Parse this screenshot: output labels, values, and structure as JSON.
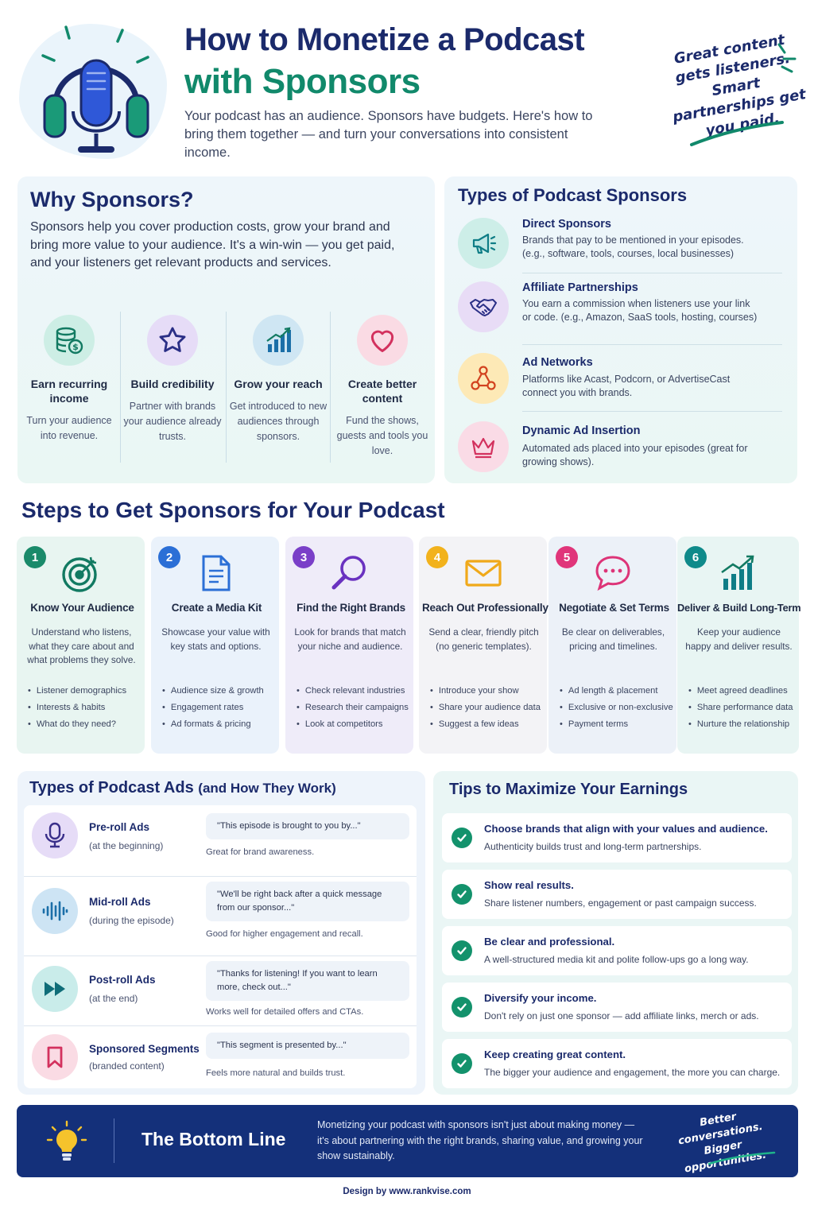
{
  "header": {
    "title_line1": "How to Monetize a Podcast",
    "title_line2": "with Sponsors",
    "subtitle": "Your podcast has an audience. Sponsors have budgets. Here's how to bring them together — and turn your conversations into consistent income.",
    "tagline": "Great content gets listeners. Smart partnerships get you paid."
  },
  "why": {
    "title": "Why Sponsors?",
    "body": "Sponsors help you cover production costs, grow your brand and bring more value to your audience. It's a win-win — you get paid, and your listeners get relevant products and services.",
    "benefits": [
      {
        "title": "Earn recurring income",
        "desc": "Turn your audience into revenue.",
        "icon": "coins-icon"
      },
      {
        "title": "Build credibility",
        "desc": "Partner with brands your audience already trusts.",
        "icon": "star-icon"
      },
      {
        "title": "Grow your reach",
        "desc": "Get introduced to new audiences through sponsors.",
        "icon": "bar-chart-icon"
      },
      {
        "title": "Create better content",
        "desc": "Fund the shows, guests and tools you love.",
        "icon": "heart-icon"
      }
    ]
  },
  "sponsor_types": {
    "title": "Types of Podcast Sponsors",
    "items": [
      {
        "title": "Direct Sponsors",
        "desc": "Brands that pay to be mentioned in your episodes. (e.g., software, tools, courses, local businesses)",
        "icon": "megaphone-icon"
      },
      {
        "title": "Affiliate Partnerships",
        "desc": "You earn a commission when listeners use your link or code. (e.g., Amazon, SaaS tools, hosting, courses)",
        "icon": "handshake-icon"
      },
      {
        "title": "Ad Networks",
        "desc": "Platforms like Acast, Podcorn, or AdvertiseCast connect you with brands.",
        "icon": "network-icon"
      },
      {
        "title": "Dynamic Ad Insertion",
        "desc": "Automated ads placed into your episodes (great for growing shows).",
        "icon": "crown-icon"
      }
    ]
  },
  "steps": {
    "title": "Steps to Get Sponsors for Your Podcast",
    "items": [
      {
        "num": "1",
        "title": "Know Your Audience",
        "desc": "Understand who listens, what they care about and what problems they solve.",
        "bullets": [
          "Listener demographics",
          "Interests & habits",
          "What do they need?"
        ],
        "icon": "target-icon"
      },
      {
        "num": "2",
        "title": "Create a Media Kit",
        "desc": "Showcase your value with key stats and options.",
        "bullets": [
          "Audience size & growth",
          "Engagement rates",
          "Ad formats & pricing"
        ],
        "icon": "document-icon"
      },
      {
        "num": "3",
        "title": "Find the Right Brands",
        "desc": "Look for brands that match your niche and audience.",
        "bullets": [
          "Check relevant industries",
          "Research their campaigns",
          "Look at competitors"
        ],
        "icon": "magnifier-icon"
      },
      {
        "num": "4",
        "title": "Reach Out Professionally",
        "desc": "Send a clear, friendly pitch (no generic templates).",
        "bullets": [
          "Introduce your show",
          "Share your audience data",
          "Suggest a few ideas"
        ],
        "icon": "envelope-icon"
      },
      {
        "num": "5",
        "title": "Negotiate & Set Terms",
        "desc": "Be clear on deliverables, pricing and timelines.",
        "bullets": [
          "Ad length & placement",
          "Exclusive or non-exclusive",
          "Payment terms"
        ],
        "icon": "chat-bubble-icon"
      },
      {
        "num": "6",
        "title": "Deliver & Build Long-Term",
        "desc": "Keep your audience happy and deliver results.",
        "bullets": [
          "Meet agreed deadlines",
          "Share performance data",
          "Nurture the relationship"
        ],
        "icon": "growth-chart-icon"
      }
    ]
  },
  "ads": {
    "title_main": "Types of Podcast Ads",
    "title_paren": "(and How They Work)",
    "items": [
      {
        "name": "Pre-roll Ads",
        "sub": "(at the beginning)",
        "quote": "\"This episode is brought to you by...\"",
        "note": "Great for brand awareness.",
        "icon": "microphone-icon"
      },
      {
        "name": "Mid-roll Ads",
        "sub": "(during the episode)",
        "quote": "\"We'll be right back after a quick message from our sponsor...\"",
        "note": "Good for higher engagement and recall.",
        "icon": "soundwave-icon"
      },
      {
        "name": "Post-roll Ads",
        "sub": "(at the end)",
        "quote": "\"Thanks for listening! If you want to learn more, check out...\"",
        "note": "Works well for detailed offers and CTAs.",
        "icon": "fast-forward-icon"
      },
      {
        "name": "Sponsored Segments",
        "sub": "(branded content)",
        "quote": "\"This segment is presented by...\"",
        "note": "Feels more natural and builds trust.",
        "icon": "bookmark-icon"
      }
    ]
  },
  "tips": {
    "title": "Tips to Maximize Your Earnings",
    "items": [
      {
        "title": "Choose brands that align with your values and audience.",
        "desc": "Authenticity builds trust and long-term partnerships."
      },
      {
        "title": "Show real results.",
        "desc": "Share listener numbers, engagement or past campaign success."
      },
      {
        "title": "Be clear and professional.",
        "desc": "A well-structured media kit and polite follow-ups go a long way."
      },
      {
        "title": "Diversify your income.",
        "desc": "Don't rely on just one sponsor — add affiliate links, merch or ads."
      },
      {
        "title": "Keep creating great content.",
        "desc": "The bigger your audience and engagement, the more you can charge."
      }
    ]
  },
  "bottom": {
    "title": "The Bottom Line",
    "text": "Monetizing your podcast with sponsors isn't just about making money — it's about partnering with the right brands, sharing value, and growing your show sustainably.",
    "tag": "Better conversations. Bigger opportunities."
  },
  "credit": "Design by www.rankvise.com",
  "colors": {
    "navy": "#1b2a6b",
    "green": "#11896b",
    "step1": "#1a8a6a",
    "step2": "#2b6fd6",
    "step3": "#7a3fc8",
    "step4": "#f2b21c",
    "step5": "#e0357a",
    "step6": "#0f8a8a"
  }
}
